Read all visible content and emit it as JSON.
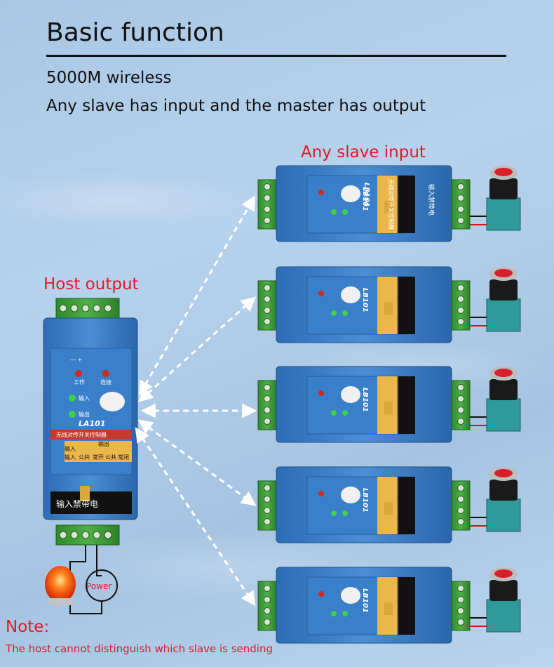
{
  "header": {
    "title": "Basic function",
    "line1": "5000M wireless",
    "line2": "Any slave has input and the master has output"
  },
  "labels": {
    "slave_input": "Any slave input",
    "host_output": "Host output",
    "power": "Power"
  },
  "host_device": {
    "model": "LA101",
    "name": "无线对传开关控制器",
    "leds": [
      "工作",
      "连接",
      "输入",
      "输出"
    ],
    "input_label": "输入",
    "output_label": "输出",
    "terminals": [
      "输入",
      "公共",
      "常开",
      "公共",
      "常闭"
    ],
    "warning": "输入禁带电"
  },
  "slave_device": {
    "model": "LB101",
    "name": "无线对传开关控制器",
    "warning": "输入禁带电"
  },
  "note": {
    "title": "Note:",
    "text": "The host cannot distinguish which slave is sending"
  },
  "colors": {
    "text_red": "#e0192a",
    "device_blue": "#3d7fc8",
    "terminal_green": "#3f9a3a",
    "wire_red": "#e01010",
    "background": "#b0cde8"
  }
}
